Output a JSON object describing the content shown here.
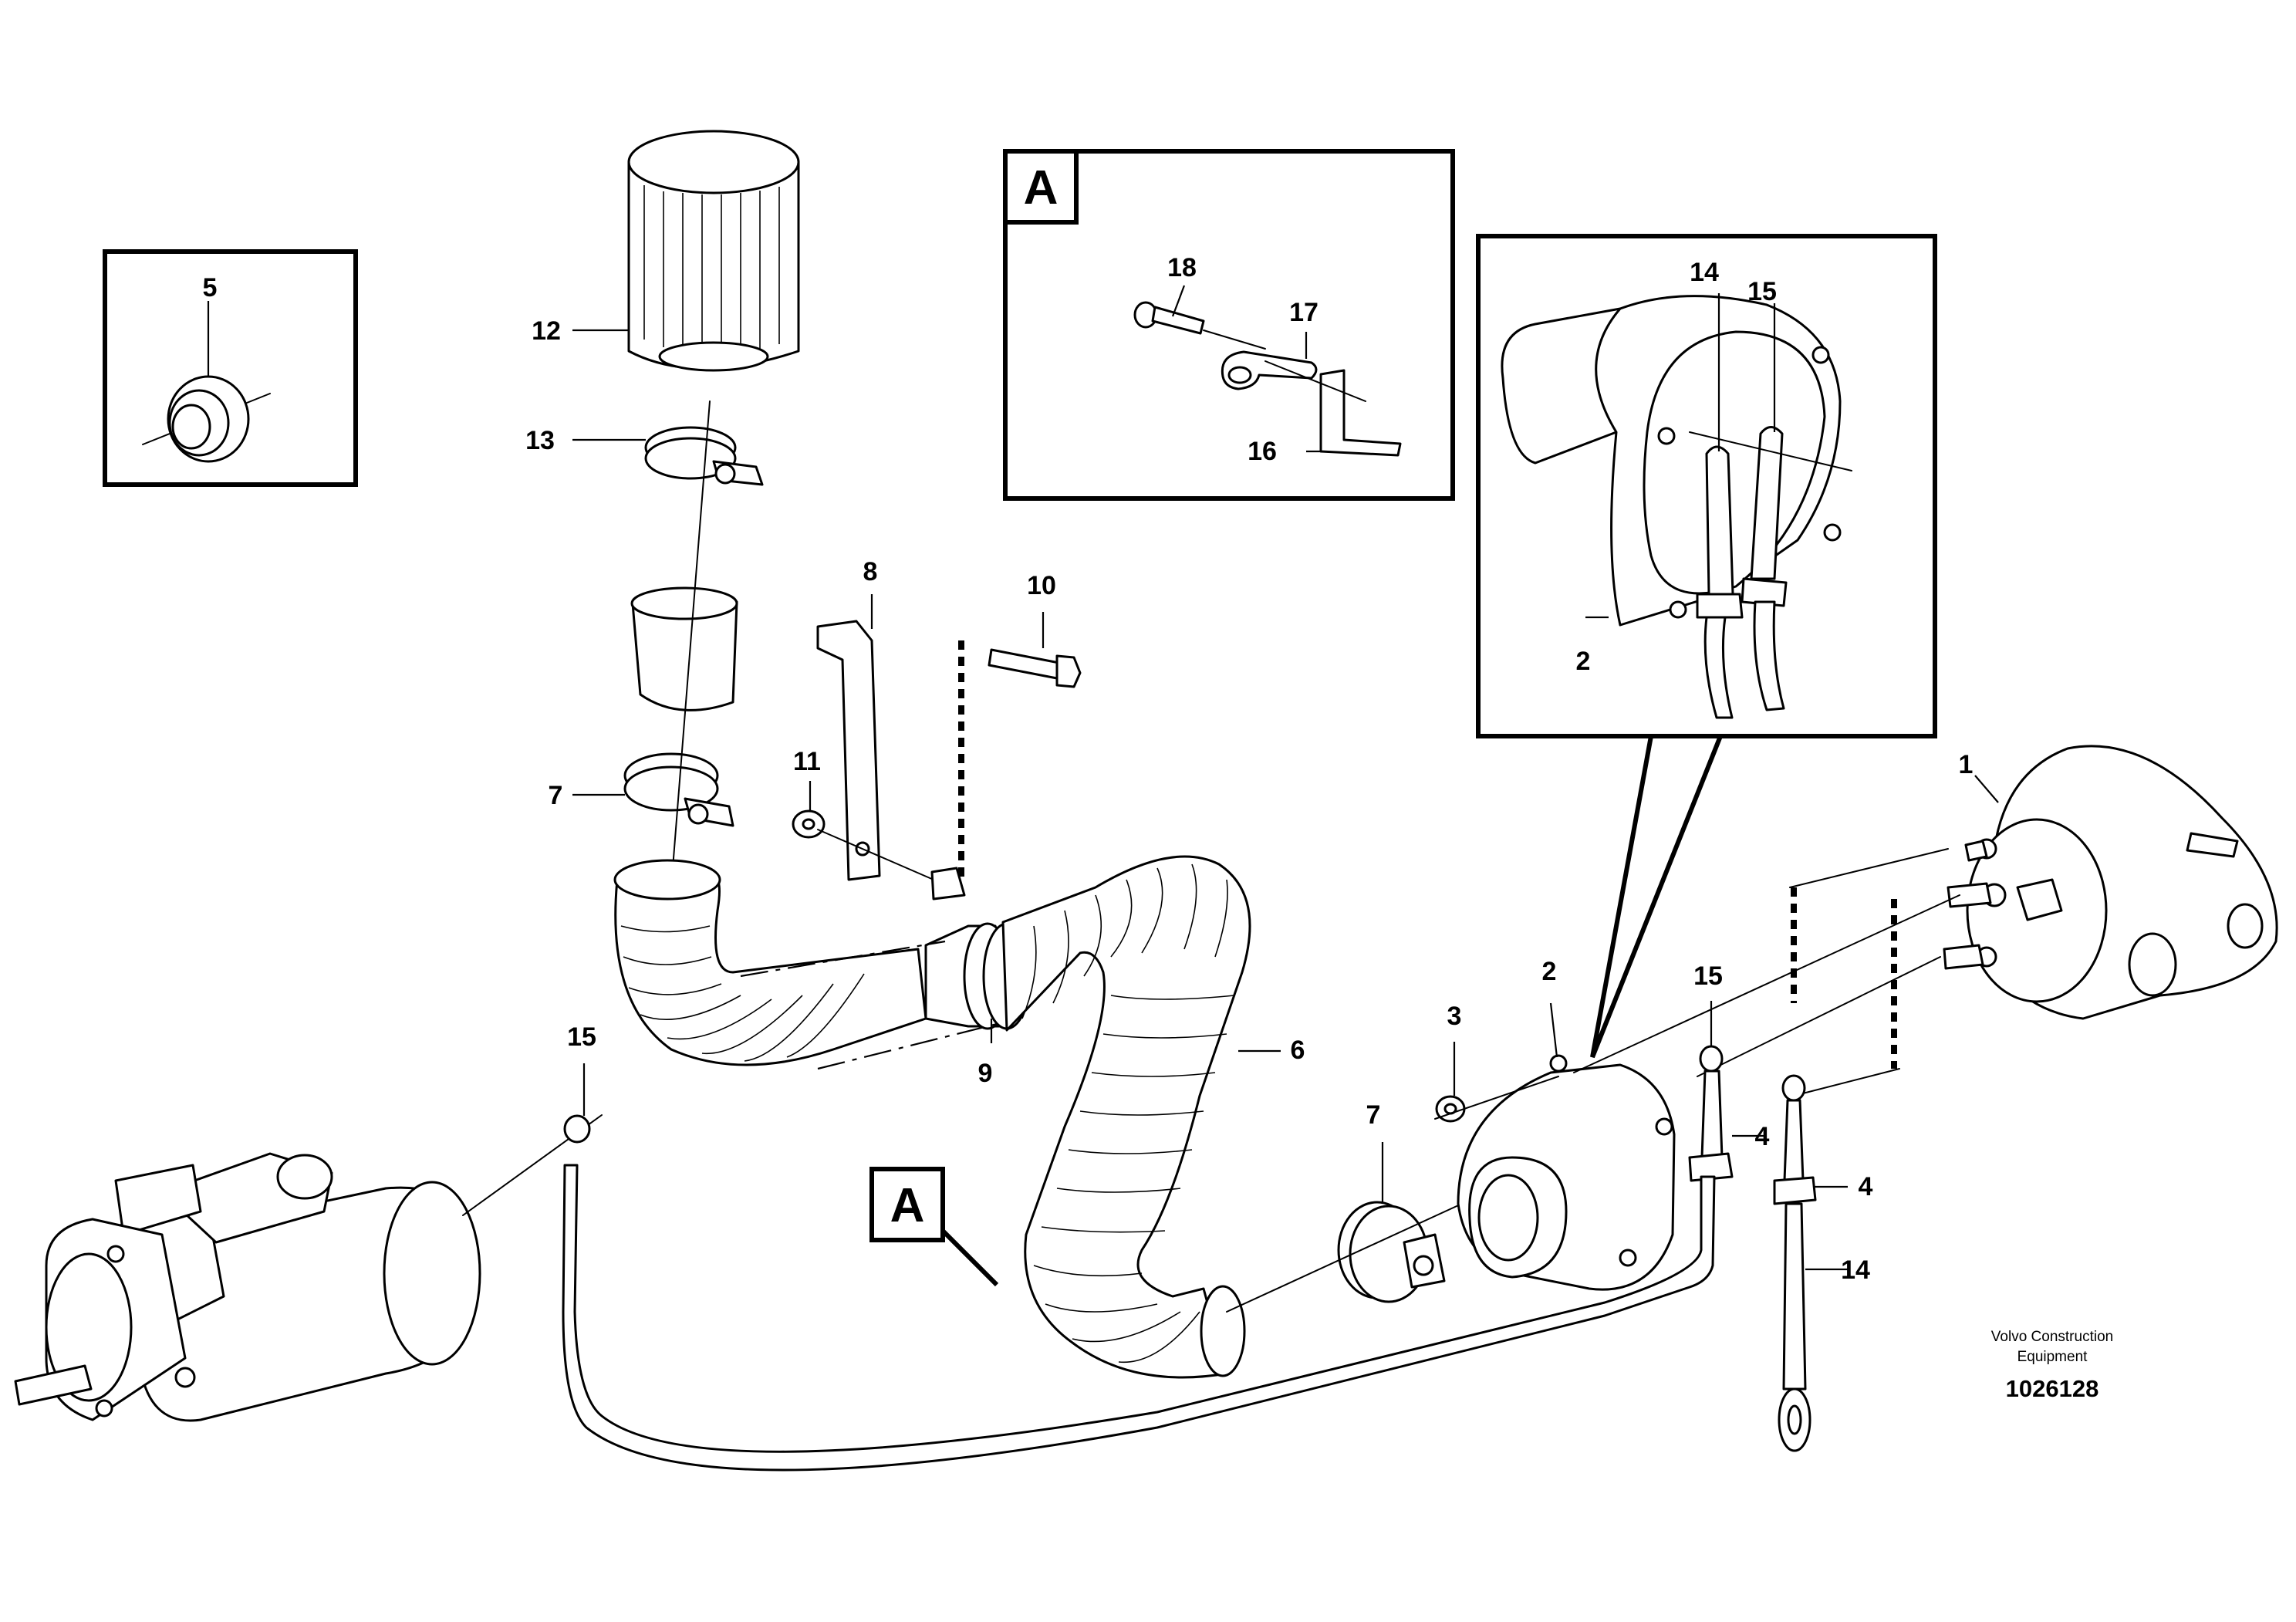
{
  "callouts": {
    "c1": "1",
    "c2a": "2",
    "c2b": "2",
    "c3": "3",
    "c4a": "4",
    "c4b": "4",
    "c5": "5",
    "c6": "6",
    "c7a": "7",
    "c7b": "7",
    "c8": "8",
    "c9": "9",
    "c10": "10",
    "c11": "11",
    "c12": "12",
    "c13": "13",
    "c14a": "14",
    "c14b": "14",
    "c15a": "15",
    "c15b": "15",
    "c15c": "15",
    "c16": "16",
    "c17": "17",
    "c18": "18"
  },
  "detail_labels": {
    "box_a": "A",
    "view_a": "A"
  },
  "footer": {
    "credit_line1": "Volvo Construction",
    "credit_line2": "Equipment",
    "document_number": "1026128"
  }
}
